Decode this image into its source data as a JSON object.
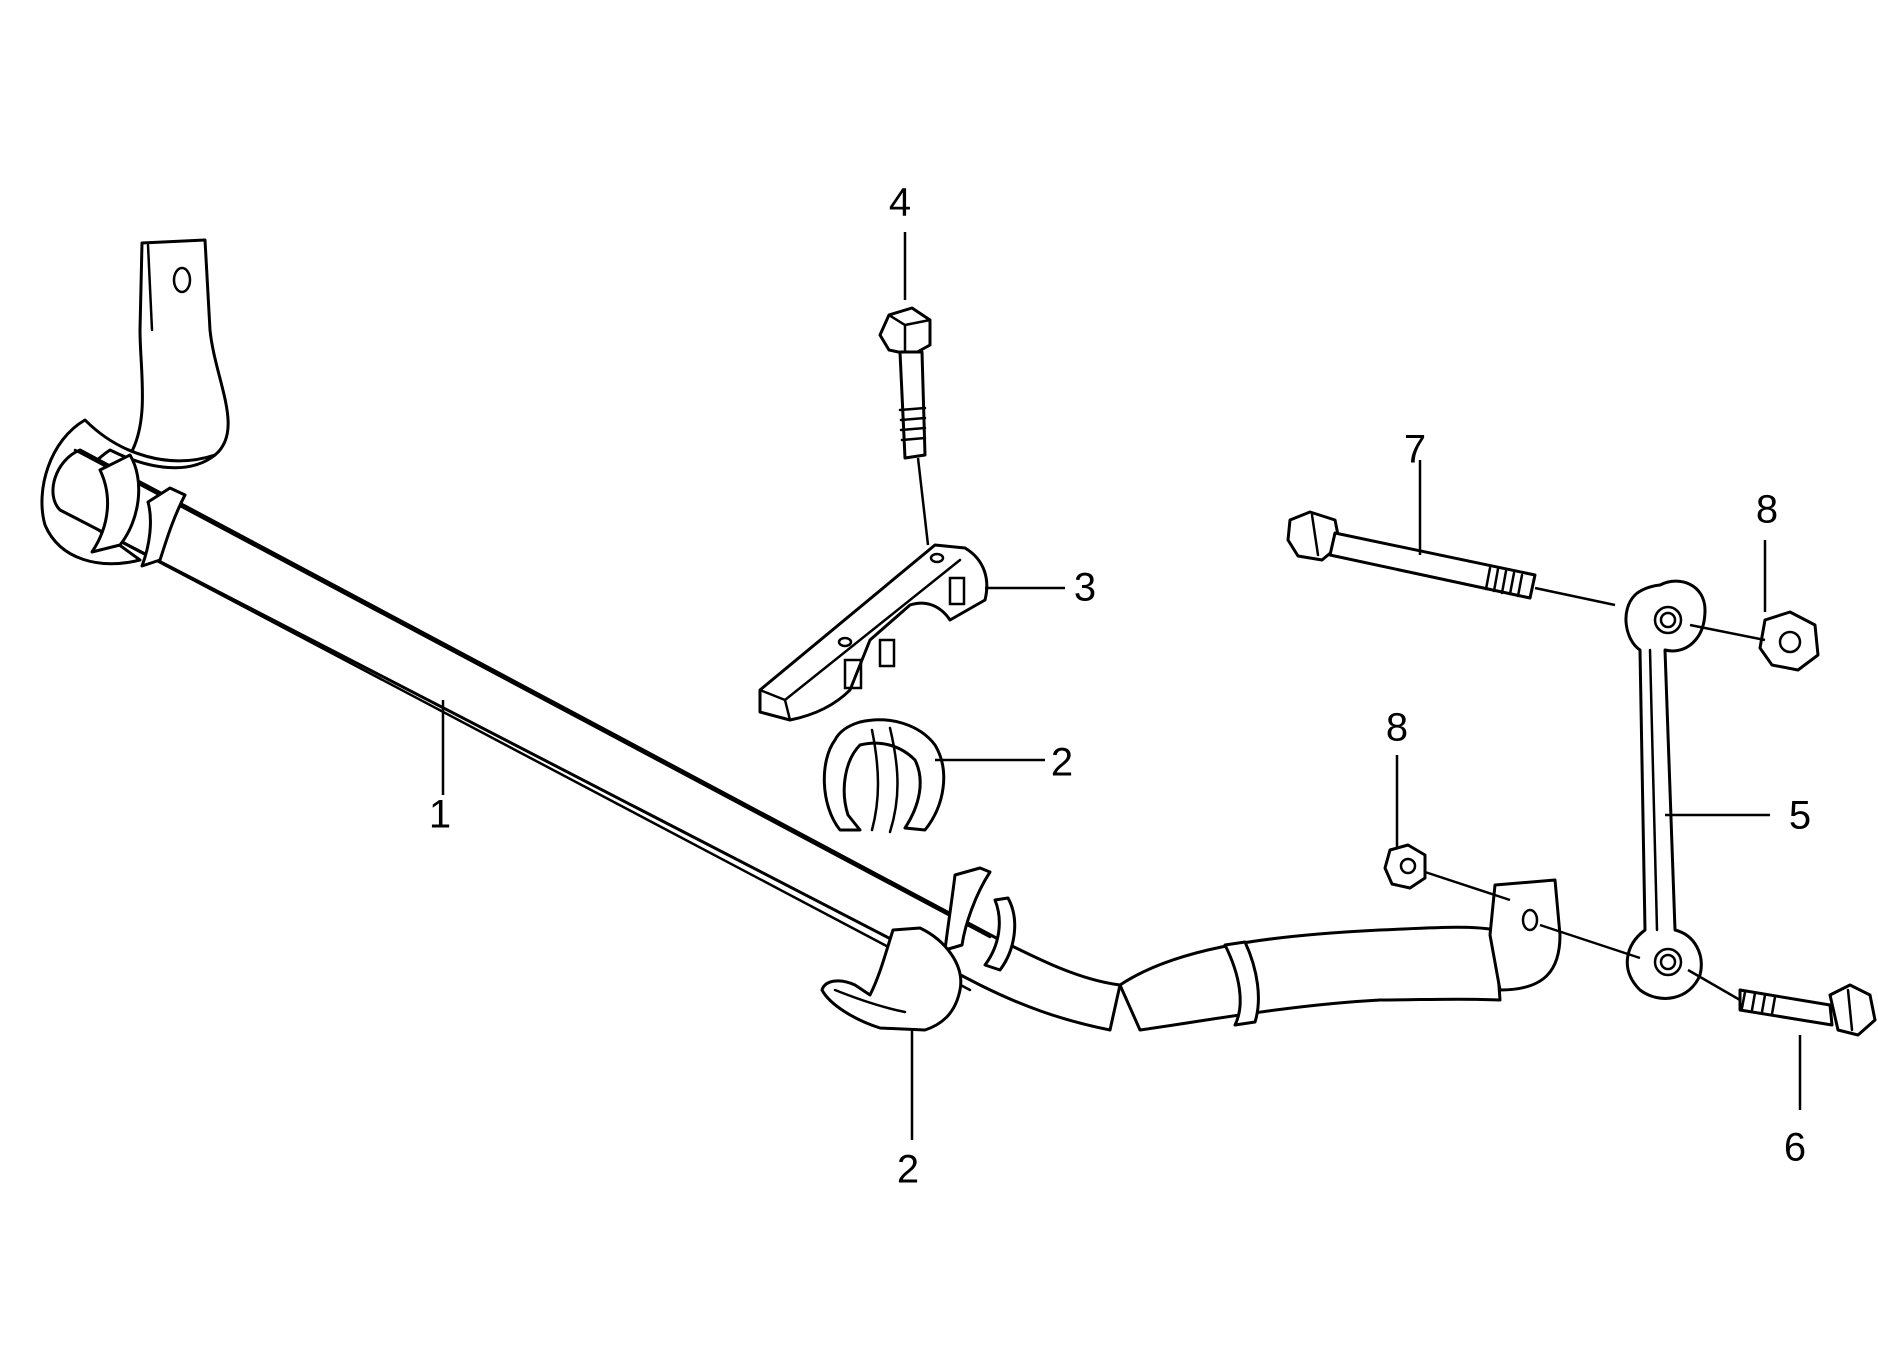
{
  "diagram": {
    "callouts": {
      "c1": "1",
      "c2_upper": "2",
      "c2_lower": "2",
      "c3": "3",
      "c4": "4",
      "c5": "5",
      "c6": "6",
      "c7": "7",
      "c8_upper": "8",
      "c8_lower": "8"
    },
    "colors": {
      "line": "#000000",
      "background": "#ffffff"
    }
  }
}
